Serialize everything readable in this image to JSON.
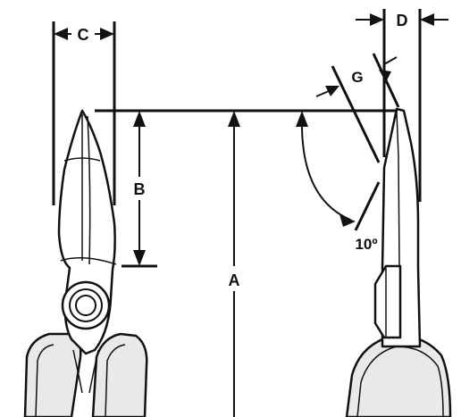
{
  "labels": {
    "a": "A",
    "b": "B",
    "c": "C",
    "d": "D",
    "g": "G",
    "angle": "10º"
  }
}
